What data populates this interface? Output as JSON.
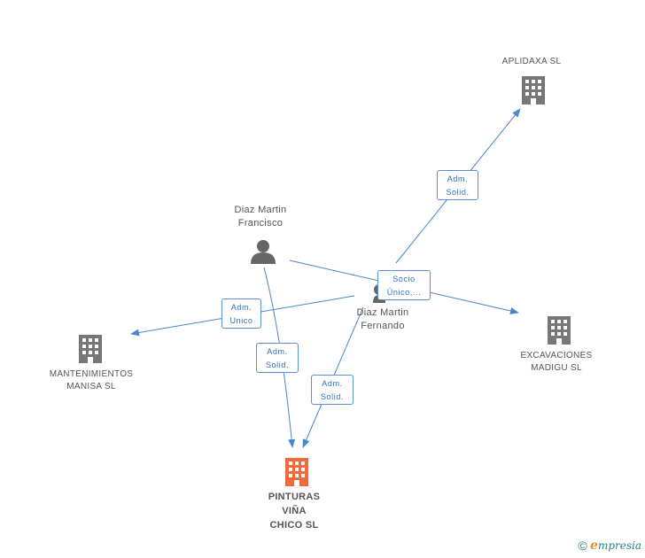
{
  "nodes": {
    "aplidaxa": {
      "label": "APLIDAXA  SL"
    },
    "diaz_francisco": {
      "line1": "Diaz Martin",
      "line2": "Francisco"
    },
    "diaz_fernando": {
      "line1": "Diaz Martin",
      "line2": "Fernando"
    },
    "mantenimientos": {
      "line1": "MANTENIMIENTOS",
      "line2": "MANISA SL"
    },
    "excavaciones": {
      "line1": "EXCAVACIONES",
      "line2": "MADIGU SL"
    },
    "pinturas": {
      "line1": "PINTURAS",
      "line2": "VIÑA",
      "line3": "CHICO SL"
    }
  },
  "edges": {
    "adm_solid_aplidaxa": {
      "line1": "Adm.",
      "line2": "Solid."
    },
    "socio_unico": {
      "line1": "Socio",
      "line2": "Único,..."
    },
    "adm_unico": {
      "line1": "Adm.",
      "line2": "Unico"
    },
    "adm_solid_francisco": {
      "line1": "Adm.",
      "line2": "Solid."
    },
    "adm_solid_fernando": {
      "line1": "Adm.",
      "line2": "Solid."
    }
  },
  "colors": {
    "edge": "#4a86c8",
    "building": "#777777",
    "focus_building": "#f26a3a",
    "person": "#666666"
  },
  "branding": {
    "copyright": "©",
    "e": "e",
    "rest": "mpresia"
  }
}
